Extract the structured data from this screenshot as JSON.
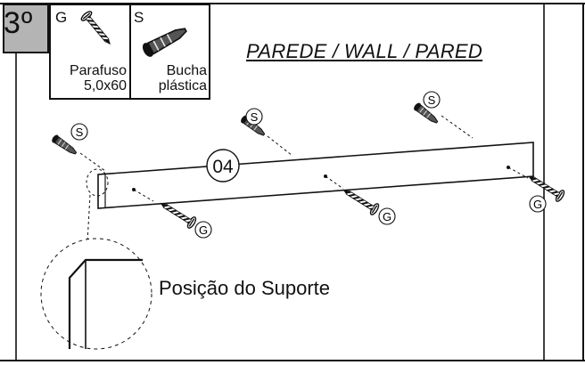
{
  "step": {
    "number": "3º"
  },
  "parts": [
    {
      "code": "G",
      "name_line1": "Parafuso",
      "name_line2": "5,0x60",
      "icon": "screw-icon"
    },
    {
      "code": "S",
      "name_line1": "Bucha",
      "name_line2": "plástica",
      "icon": "wall-plug-icon"
    }
  ],
  "wall_title": "PAREDE / WALL / PARED",
  "board_label": "04",
  "markers": {
    "screw": "G",
    "plug": "S"
  },
  "detail_caption": "Posição do Suporte"
}
